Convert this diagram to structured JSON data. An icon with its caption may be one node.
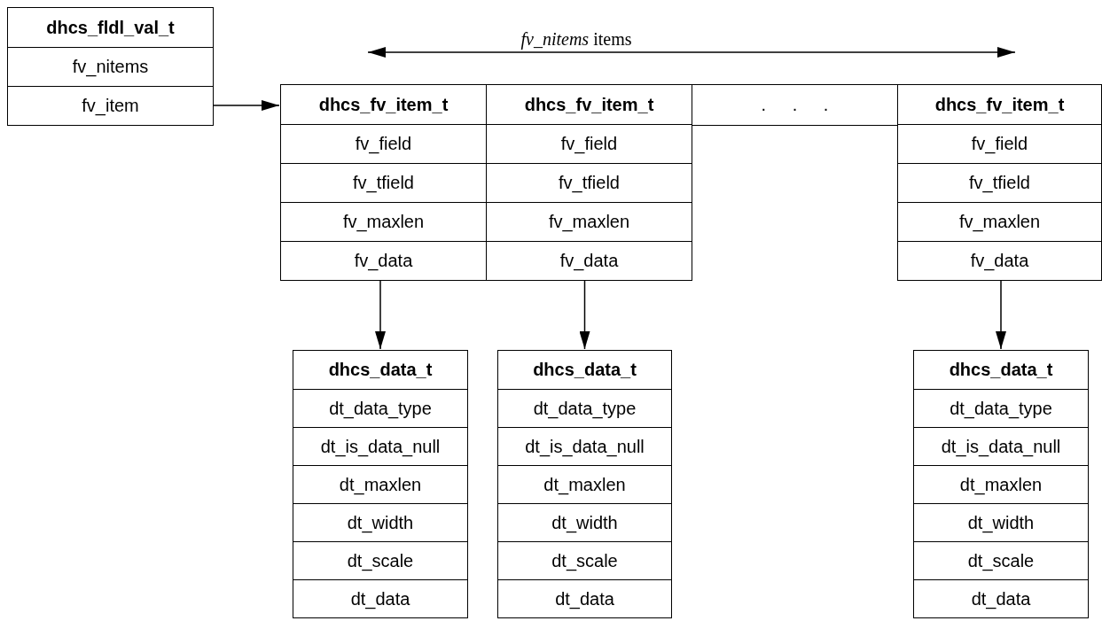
{
  "diagram": {
    "nodes": [
      {
        "text": [
          "dhcs_fldl_val_t"
        ]
      },
      {
        "text": [
          "fv_nitems"
        ],
        "in": 0
      },
      {
        "text": [
          "fv_item"
        ],
        "in": 0
      },
      {
        "text": [
          "dhcs_fv_item_t"
        ]
      },
      {
        "text": [
          "fv_field"
        ],
        "in": 3
      },
      {
        "text": [
          "fv_tfield"
        ],
        "in": 3
      },
      {
        "text": [
          "fv_maxlen"
        ],
        "in": 3
      },
      {
        "text": [
          "fv_data"
        ],
        "in": 3
      },
      {
        "text": [
          "dhcs_fv_item_t"
        ]
      },
      {
        "text": [
          "fv_field"
        ],
        "in": 8
      },
      {
        "text": [
          "fv_tfield"
        ],
        "in": 8
      },
      {
        "text": [
          "fv_maxlen"
        ],
        "in": 8
      },
      {
        "text": [
          "fv_data"
        ],
        "in": 8
      },
      {
        "text": [
          ". . ."
        ]
      },
      {
        "text": [
          "dhcs_fv_item_t"
        ]
      },
      {
        "text": [
          "fv_field"
        ],
        "in": 14
      },
      {
        "text": [
          "fv_tfield"
        ],
        "in": 14
      },
      {
        "text": [
          "fv_maxlen"
        ],
        "in": 14
      },
      {
        "text": [
          "fv_data"
        ],
        "in": 14
      },
      {
        "text": [
          "dhcs_data_t"
        ]
      },
      {
        "text": [
          "dt_data_type"
        ],
        "in": 19
      },
      {
        "text": [
          "dt_is_data_null"
        ],
        "in": 19
      },
      {
        "text": [
          "dt_maxlen"
        ],
        "in": 19
      },
      {
        "text": [
          "dt_width"
        ],
        "in": 19
      },
      {
        "text": [
          "dt_scale"
        ],
        "in": 19
      },
      {
        "text": [
          "dt_data"
        ],
        "in": 19
      },
      {
        "text": [
          "dhcs_data_t"
        ]
      },
      {
        "text": [
          "dt_data_type"
        ],
        "in": 26
      },
      {
        "text": [
          "dt_is_data_null"
        ],
        "in": 26
      },
      {
        "text": [
          "dt_maxlen"
        ],
        "in": 26
      },
      {
        "text": [
          "dt_width"
        ],
        "in": 26
      },
      {
        "text": [
          "dt_scale"
        ],
        "in": 26
      },
      {
        "text": [
          "dt_data"
        ],
        "in": 26
      },
      {
        "text": [
          "dhcs_data_t"
        ]
      },
      {
        "text": [
          "dt_data_type"
        ],
        "in": 33
      },
      {
        "text": [
          "dt_is_data_null"
        ],
        "in": 33
      },
      {
        "text": [
          "dt_maxlen"
        ],
        "in": 33
      },
      {
        "text": [
          "dt_width"
        ],
        "in": 33
      },
      {
        "text": [
          "dt_scale"
        ],
        "in": 33
      },
      {
        "text": [
          "dt_data"
        ],
        "in": 33
      }
    ],
    "edges": [
      {
        "from": 2,
        "to": 3,
        "arrow": "to"
      },
      {
        "from": 7,
        "to": 19,
        "arrow": "to"
      },
      {
        "from": 12,
        "to": 26,
        "arrow": "to"
      },
      {
        "from": 18,
        "to": 33,
        "arrow": "to"
      }
    ],
    "labels": [
      "*fv_nitems* items"
    ]
  }
}
